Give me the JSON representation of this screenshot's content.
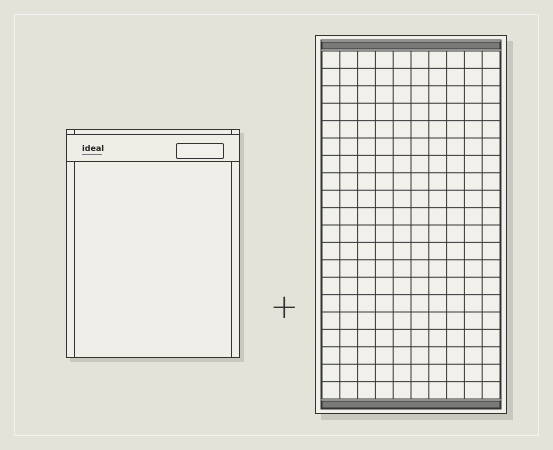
{
  "boiler": {
    "brand": "ideal"
  },
  "combine_symbol": "+",
  "solar_panel": {
    "columns": 10,
    "rows": 20
  }
}
